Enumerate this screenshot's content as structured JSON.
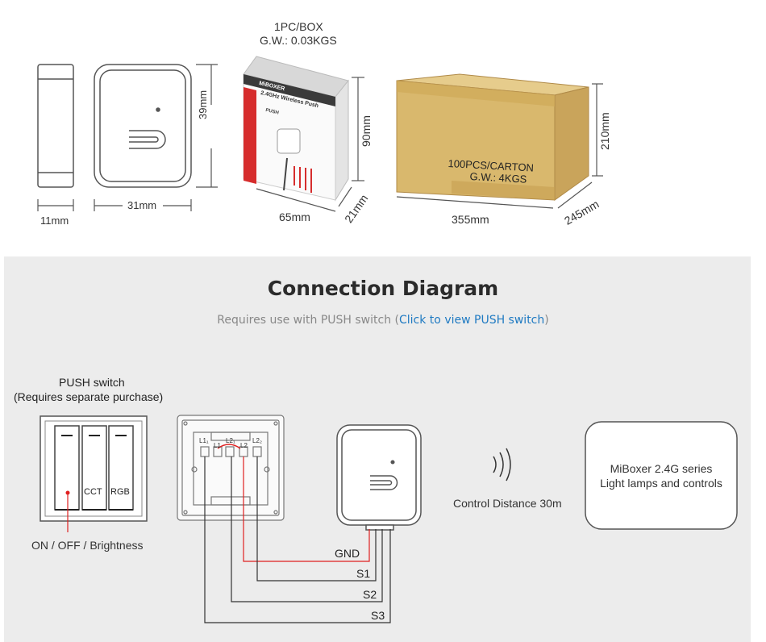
{
  "dimensions": {
    "side_width": "11mm",
    "front_width": "31mm",
    "front_height": "39mm",
    "box_width": "65mm",
    "box_depth": "21mm",
    "box_height": "90mm",
    "carton_width": "355mm",
    "carton_depth": "245mm",
    "carton_height": "210mm"
  },
  "box_info": {
    "line1": "1PC/BOX",
    "line2": "G.W.: 0.03KGS"
  },
  "carton_info": {
    "line1": "100PCS/CARTON",
    "line2": "G.W.: 4KGS"
  },
  "box_print": {
    "brand": "MiBOXER",
    "product": "2.4GHz Wireless Push",
    "code": "PUSH"
  },
  "section": {
    "title": "Connection Diagram",
    "subtitle_prefix": "Requires use with PUSH switch (",
    "subtitle_link": "Click to view PUSH switch",
    "subtitle_suffix": ")"
  },
  "push_switch": {
    "title": "PUSH switch",
    "subtitle": "(Requires separate purchase)",
    "keys": [
      "",
      "CCT",
      "RGB"
    ],
    "caption": "ON / OFF / Brightness"
  },
  "wall_switch": {
    "terminals": [
      "L1₁",
      "L1",
      "L2₁",
      "L2",
      "L2₂"
    ]
  },
  "wires": [
    "GND",
    "S1",
    "S2",
    "S3"
  ],
  "control_distance": "Control Distance 30m",
  "lamps_box": {
    "line1": "MiBoxer 2.4G series",
    "line2": "Light lamps and controls"
  },
  "colors": {
    "accent_red": "#e02020",
    "link": "#1f7ac2",
    "panel_bg": "#ececec",
    "carton": "#d7b56a"
  }
}
